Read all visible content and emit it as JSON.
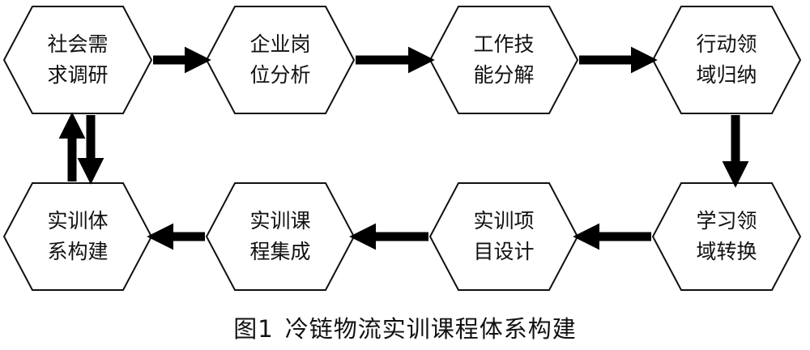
{
  "diagram": {
    "nodes": [
      {
        "id": "n1",
        "lines": [
          "社会需",
          "求调研"
        ]
      },
      {
        "id": "n2",
        "lines": [
          "企业岗",
          "位分析"
        ]
      },
      {
        "id": "n3",
        "lines": [
          "工作技",
          "能分解"
        ]
      },
      {
        "id": "n4",
        "lines": [
          "行动领",
          "域归纳"
        ]
      },
      {
        "id": "n5",
        "lines": [
          "学习领",
          "域转换"
        ]
      },
      {
        "id": "n6",
        "lines": [
          "实训项",
          "目设计"
        ]
      },
      {
        "id": "n7",
        "lines": [
          "实训课",
          "程集成"
        ]
      },
      {
        "id": "n8",
        "lines": [
          "实训体",
          "系构建"
        ]
      }
    ],
    "edges": [
      {
        "from": "n1",
        "to": "n2"
      },
      {
        "from": "n2",
        "to": "n3"
      },
      {
        "from": "n3",
        "to": "n4"
      },
      {
        "from": "n4",
        "to": "n5"
      },
      {
        "from": "n5",
        "to": "n6"
      },
      {
        "from": "n6",
        "to": "n7"
      },
      {
        "from": "n7",
        "to": "n8"
      },
      {
        "from": "n8",
        "to": "n1"
      },
      {
        "from": "n1",
        "to": "n8"
      }
    ],
    "colors": {
      "stroke": "#111111",
      "fill": "#ffffff",
      "arrow": "#000000"
    }
  },
  "caption": {
    "number": "图1",
    "title": "冷链物流实训课程体系构建"
  }
}
